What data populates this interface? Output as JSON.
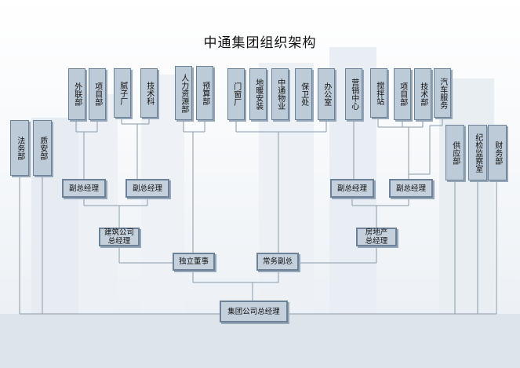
{
  "title": "中通集团组织架构",
  "colors": {
    "box_fill": "#bdcad7",
    "box_border": "#6d8296",
    "line": "#8a9aaa"
  },
  "boxes": {
    "waibian": "外联部",
    "xiangmu1": "项目部",
    "nizi": "腻子厂",
    "jishuke": "技术科",
    "renli": "人力资源部",
    "yusuan": "预算部",
    "menchuang": "门窗厂",
    "dinuan": "地暖安装",
    "wuye": "中通物业",
    "baowei": "保卫处",
    "bangong": "办公室",
    "yingxiao": "营销中心",
    "jiaoban": "搅拌站",
    "xiangmu2": "项目部",
    "jishu2": "技术部",
    "qiche": "汽车服务",
    "fawu": "法务部",
    "zhian": "质安部",
    "gongying": "供应部",
    "jijian": "纪检监察室",
    "caiwu": "财务部",
    "fuzong1": "副总经理",
    "fuzong2": "副总经理",
    "fuzong3": "副总经理",
    "fuzong4": "副总经理",
    "jianzhu": "建筑公司\n总经理",
    "fangdichan": "房地产\n总经理",
    "duli": "独立董事",
    "changwu": "常务副总",
    "jituan": "集团公司总经理"
  }
}
